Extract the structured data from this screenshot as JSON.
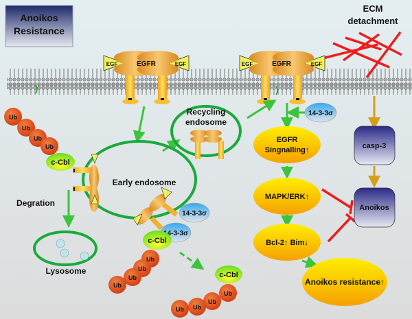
{
  "title": {
    "line1": "Anoikos",
    "line2": "Resistance"
  },
  "ecm": {
    "line1": "ECM",
    "line2": "detachment"
  },
  "receptor": {
    "egf": "EGF",
    "egfr": "EGFR"
  },
  "labels": {
    "recycling_line1": "Recycling",
    "recycling_line2": "endosome",
    "early_endosome": "Early endosome",
    "degration": "Degration",
    "lysosome": "Lysosome",
    "ub": "Ub",
    "ccbl": "c-Cbl",
    "sigma": "14-3-3σ"
  },
  "pathway": {
    "egfr_signalling_line1": "EGFR",
    "egfr_signalling_line2": "Singnalling↑",
    "mapk": "MAPK/ERK↑",
    "bcl": "Bcl-2↑ Bim↓",
    "anoikos_resistance": "Anoikos resistance↑",
    "casp3": "casp-3",
    "anoikos": "Anoikos"
  },
  "colors": {
    "green_arrow": "#3cc43c",
    "endosome_ring": "#1aaa3c",
    "inhibit_red": "#ee1c1c",
    "casp_arrow": "#d4a017",
    "node_yellow": "#ffe000",
    "node_orange": "#f5a200",
    "box_navy": "#2a2a80"
  }
}
